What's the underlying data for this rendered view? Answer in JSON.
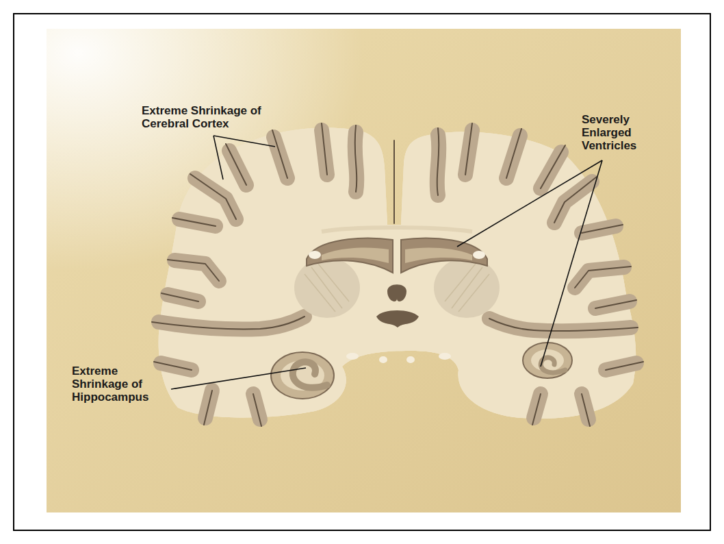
{
  "diagram": {
    "labels": [
      "Extreme Shrinkage of Cerebral Cortex",
      "Severely Enlarged Ventricles",
      "Extreme Shrinkage of Hippocampus"
    ]
  }
}
